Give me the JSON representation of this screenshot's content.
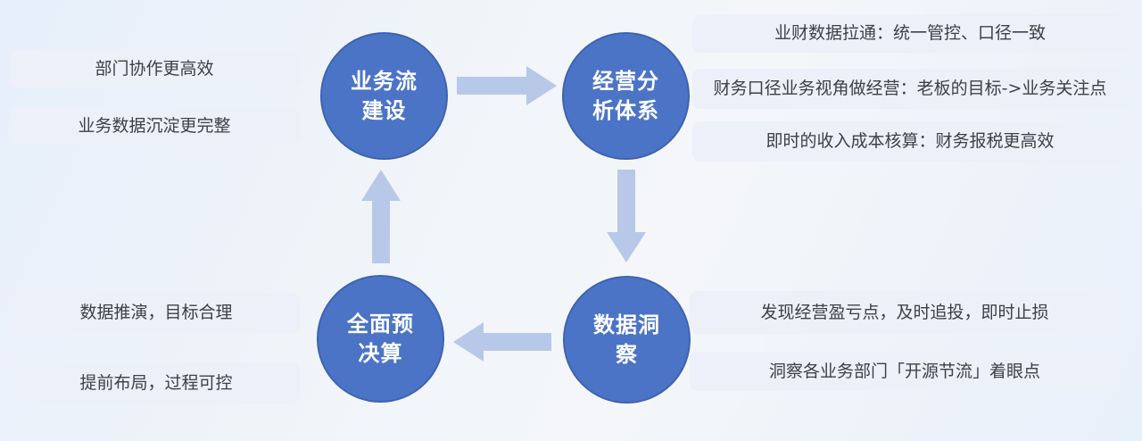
{
  "theme": {
    "circle_fill": "#4b74c7",
    "circle_border": "#3e63b0",
    "circle_text_color": "#ffffff",
    "arrow_color": "#b8c8e9",
    "box_bg": "#edeff9",
    "box_text_color": "#3d4147",
    "background_gradient": [
      "#e6effa",
      "#f4f6f9",
      "#e8f0fa"
    ]
  },
  "cycle": {
    "nodes": [
      {
        "id": "business-flow-construction",
        "label": "业务流\n建设"
      },
      {
        "id": "operation-analysis-system",
        "label": "经营分\n析体系"
      },
      {
        "id": "data-insight",
        "label": "数据洞\n察"
      },
      {
        "id": "comprehensive-budget",
        "label": "全面预\n决算"
      }
    ],
    "arrows": [
      {
        "id": "arrow-right",
        "from": "业务流建设",
        "to": "经营分析体系",
        "direction": "right"
      },
      {
        "id": "arrow-down",
        "from": "经营分析体系",
        "to": "数据洞察",
        "direction": "down"
      },
      {
        "id": "arrow-left",
        "from": "数据洞察",
        "to": "全面预决算",
        "direction": "left"
      },
      {
        "id": "arrow-up",
        "from": "全面预决算",
        "to": "业务流建设",
        "direction": "up"
      }
    ]
  },
  "benefit_groups": {
    "top_left": [
      "部门协作更高效",
      "业务数据沉淀更完整"
    ],
    "top_right": [
      "业财数据拉通：统一管控、口径一致",
      "财务口径业务视角做经营：老板的目标->业务关注点",
      "即时的收入成本核算：财务报税更高效"
    ],
    "bottom_left": [
      "数据推演，目标合理",
      "提前布局，过程可控"
    ],
    "bottom_right": [
      "发现经营盈亏点，及时追投，即时止损",
      "洞察各业务部门「开源节流」着眼点"
    ]
  }
}
